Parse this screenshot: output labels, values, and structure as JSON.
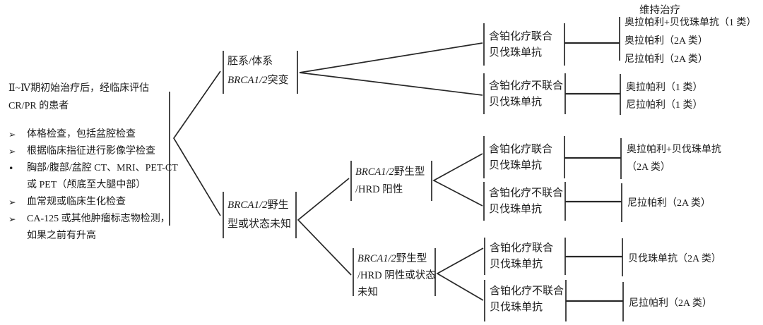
{
  "colors": {
    "background": "#ffffff",
    "text": "#1b1b1b",
    "line": "#282828"
  },
  "header": {
    "maintenance_title": "维持治疗"
  },
  "patient": {
    "intro": [
      "Ⅱ~Ⅳ期初始治疗后，经临床评估",
      "CR/PR 的患者"
    ],
    "items": [
      {
        "bullet": "➢",
        "lines": [
          "体格检查，包括盆腔检查"
        ]
      },
      {
        "bullet": "➢",
        "lines": [
          "根据临床指征进行影像学检查"
        ]
      },
      {
        "bullet": "•",
        "lines": [
          "胸部/腹部/盆腔 CT、MRI、PET-CT",
          "或 PET（颅底至大腿中部）"
        ]
      },
      {
        "bullet": "➢",
        "lines": [
          "血常规或临床生化检查"
        ]
      },
      {
        "bullet": "➢",
        "lines": [
          "CA-125 或其他肿瘤标志物检测，",
          "如果之前有升高"
        ]
      }
    ]
  },
  "nodes": {
    "mutation": {
      "line1": "胚系/体系",
      "gene": "BRCA1/2",
      "suffix": "突变"
    },
    "wildtype": {
      "gene": "BRCA1/2",
      "suffix": "野生",
      "line2": "型或状态未知"
    },
    "hrd_positive": {
      "gene": "BRCA1/2",
      "suffix": "野生型",
      "line2": "/HRD 阳性"
    },
    "hrd_negative": {
      "gene": "BRCA1/2",
      "suffix": "野生型",
      "line2": "/HRD 阴性或状态",
      "line3": "未知"
    }
  },
  "chemo": {
    "with_bev": {
      "line1": "含铂化疗联合",
      "line2": "贝伐珠单抗"
    },
    "without_bev": {
      "line1": "含铂化疗不联合",
      "line2": "贝伐珠单抗"
    }
  },
  "outcomes": {
    "mutation_with_bev": [
      "奥拉帕利+贝伐珠单抗（1 类）",
      "奥拉帕利（2A 类）",
      "尼拉帕利（2A 类）"
    ],
    "mutation_without_bev": [
      "奥拉帕利（1 类）",
      "尼拉帕利（1 类）"
    ],
    "hrd_pos_with_bev": [
      "奥拉帕利+贝伐珠单抗",
      "（2A 类）"
    ],
    "hrd_pos_without_bev": [
      "尼拉帕利（2A 类）"
    ],
    "hrd_neg_with_bev": [
      "贝伐珠单抗（2A 类）"
    ],
    "hrd_neg_without_bev": [
      "尼拉帕利（2A 类）"
    ]
  }
}
